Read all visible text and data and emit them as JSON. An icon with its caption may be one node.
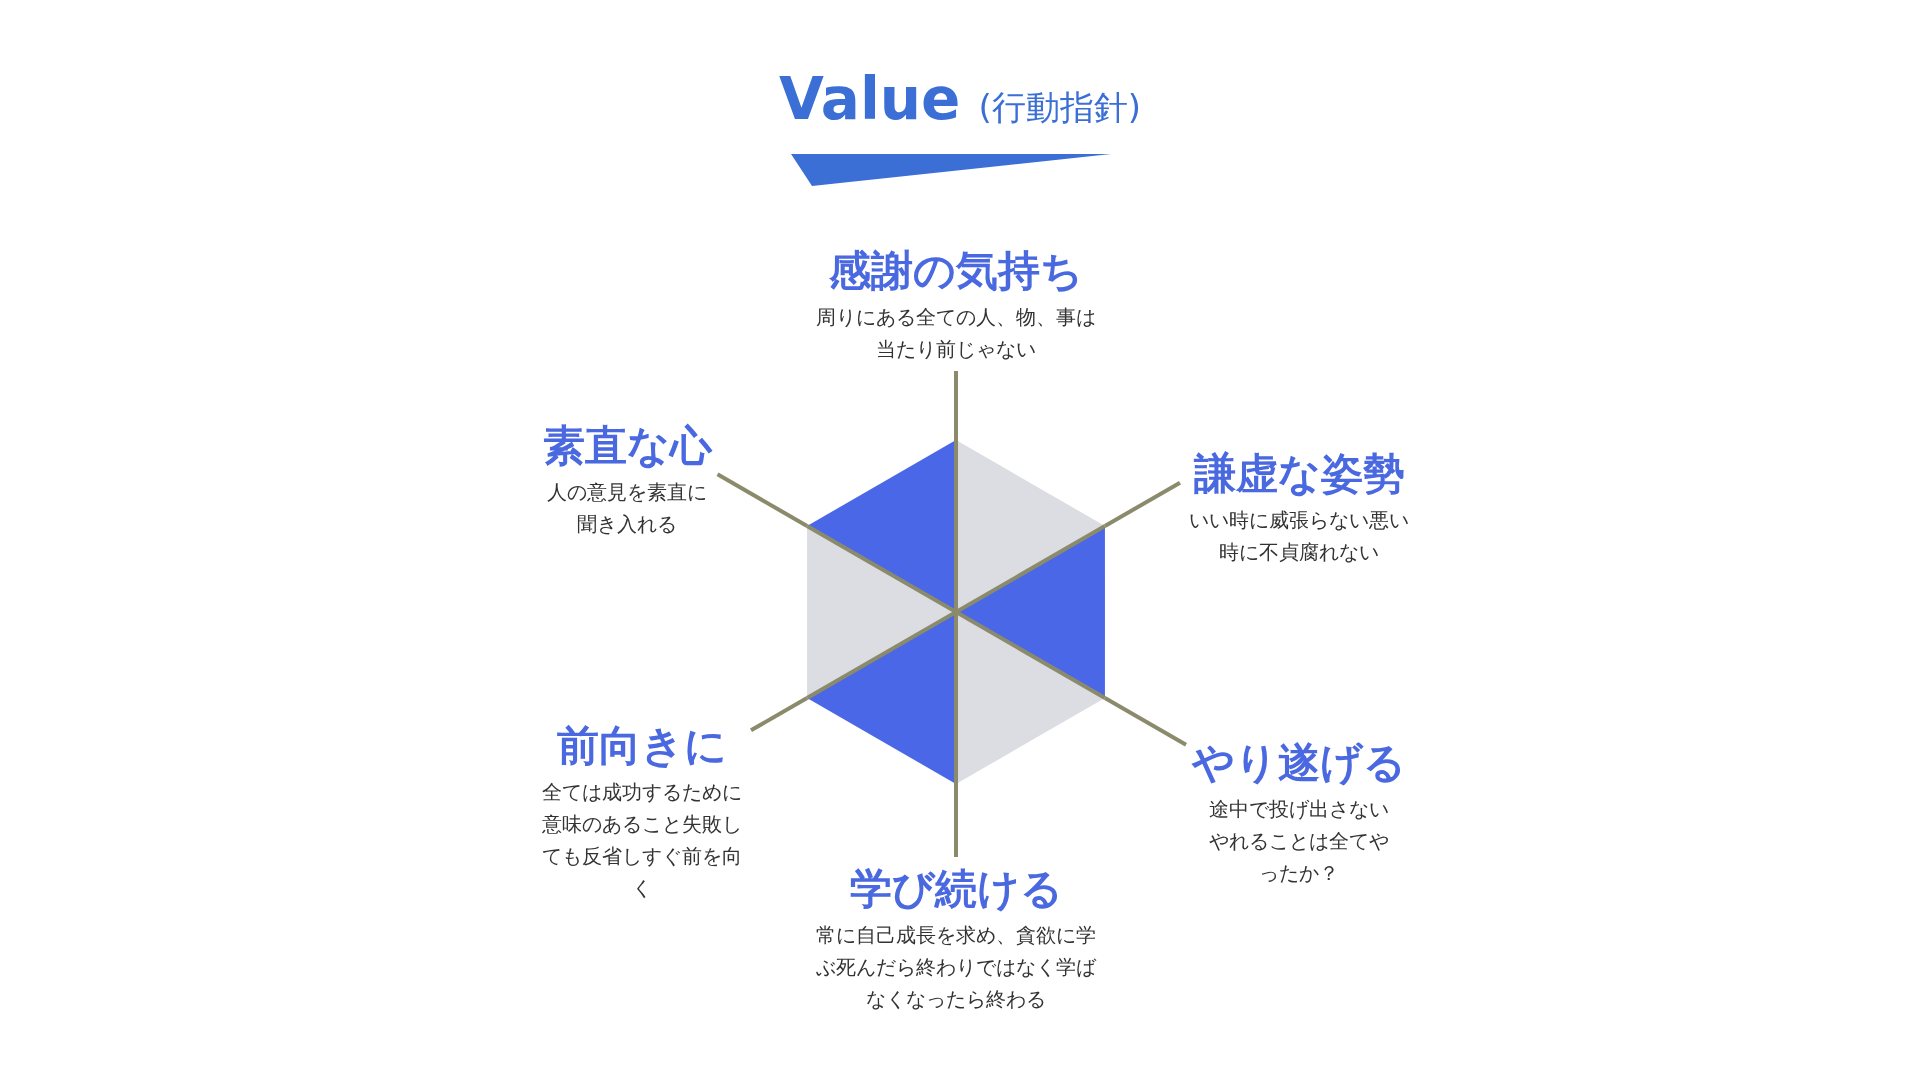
{
  "diagram": {
    "title": "Value",
    "nodes": [
      {
        "text": [
          "感謝の気持ち",
          "周りにある全ての人、物、事は当たり前じゃない"
        ]
      },
      {
        "text": [
          "素直な心",
          "人の意見を素直に聞き入れる"
        ]
      },
      {
        "text": [
          "謙虚な姿勢",
          "いい時に威張らない悪い時に不貞腐れない"
        ]
      },
      {
        "text": [],
        "shape": "hexagon"
      },
      {
        "text": [
          "前向きに",
          "全ては成功するために意味のあること失敗しても反省しすぐ前を向く"
        ]
      },
      {
        "text": [
          "やり遂げる",
          "途中で投げ出さないやれることは全てやったか？"
        ]
      },
      {
        "text": [
          "学び続ける",
          "常に自己成長を求め、貪欲に学ぶ死んだら終わりではなく学ばなくなったら終わる"
        ]
      },
      {
        "text": [],
        "shape": "bar"
      }
    ],
    "edges": [
      {
        "from": 3,
        "to": 0,
        "arrow": "none"
      },
      {
        "from": 3,
        "to": 1,
        "arrow": "none"
      },
      {
        "from": 3,
        "to": 2,
        "arrow": "none"
      },
      {
        "from": 3,
        "to": 4,
        "arrow": "none"
      },
      {
        "from": 3,
        "to": 5,
        "arrow": "none"
      },
      {
        "from": 3,
        "to": 6,
        "arrow": "none"
      }
    ],
    "labels": [
      "(行動指針)"
    ]
  }
}
